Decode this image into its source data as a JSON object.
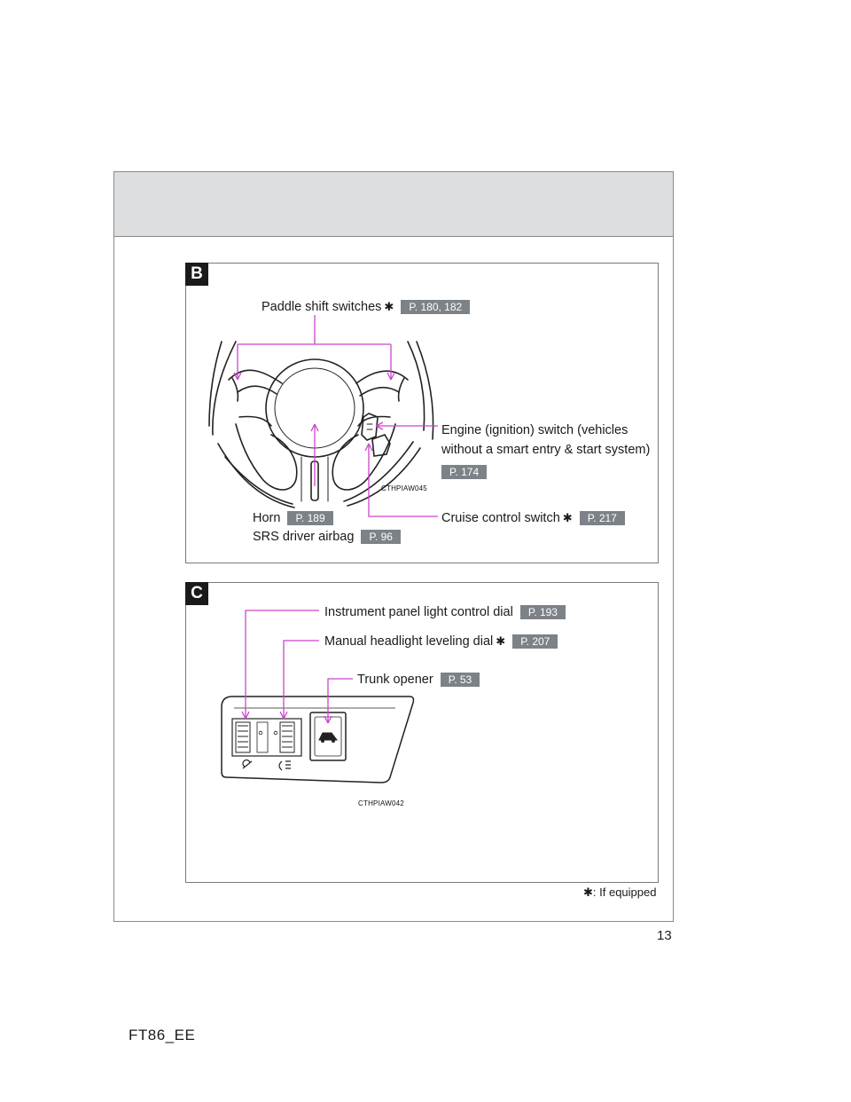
{
  "page_number": "13",
  "footer_code": "FT86_EE",
  "legend": {
    "symbol": "✱",
    "text": ": If equipped"
  },
  "section_b": {
    "badge": "B",
    "image_code": "CTHPIAW045",
    "paddle": {
      "label": "Paddle shift switches",
      "star": "✱",
      "page": "P. 180, 182"
    },
    "engine": {
      "line1": "Engine (ignition) switch (vehicles",
      "line2": "without a smart entry & start system)",
      "page": "P. 174"
    },
    "horn": {
      "label": "Horn",
      "page": "P. 189"
    },
    "airbag": {
      "label": "SRS driver airbag",
      "page": "P. 96"
    },
    "cruise": {
      "label": "Cruise control switch",
      "star": "✱",
      "page": "P. 217"
    }
  },
  "section_c": {
    "badge": "C",
    "image_code": "CTHPIAW042",
    "instrument": {
      "label": "Instrument panel light control dial",
      "page": "P. 193"
    },
    "leveling": {
      "label": "Manual headlight leveling dial",
      "star": "✱",
      "page": "P. 207"
    },
    "trunk": {
      "label": "Trunk opener",
      "page": "P. 53"
    }
  },
  "colors": {
    "callout": "#cc44cc",
    "pill_bg": "#7c8287",
    "header_band": "#dcdedf"
  }
}
